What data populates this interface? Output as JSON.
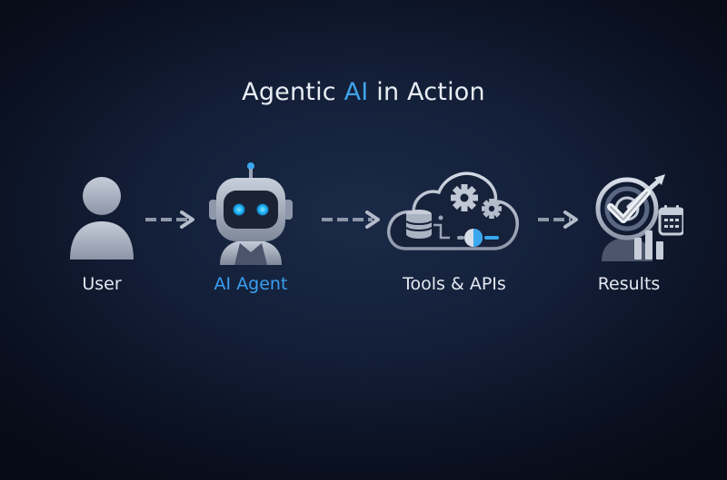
{
  "title": {
    "prefix": "Agentic ",
    "accent": "AI",
    "suffix": " in Action"
  },
  "nodes": [
    {
      "label": "User",
      "icon": "user-icon"
    },
    {
      "label": "AI Agent",
      "icon": "robot-icon",
      "highlight": true
    },
    {
      "label": "Tools & APIs",
      "icon": "cloud-tools-icon"
    },
    {
      "label": "Results",
      "icon": "results-icon"
    }
  ],
  "colors": {
    "accent": "#3fa3ea",
    "background": "#0f1a30",
    "icon_light": "#c9d2e0",
    "icon_dark": "#3b475e"
  }
}
